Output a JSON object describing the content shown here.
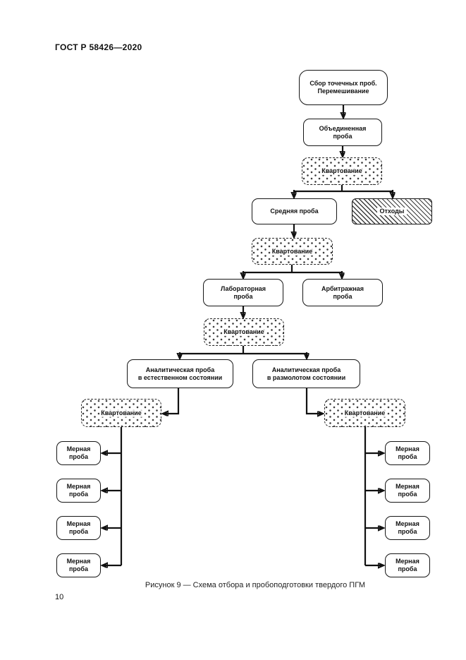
{
  "page": {
    "header": "ГОСТ Р 58426—2020",
    "page_number": "10",
    "caption": "Рисунок 9 — Схема отбора и пробоподготовки твердого ПГМ"
  },
  "colors": {
    "ink": "#111111",
    "paper": "#ffffff"
  },
  "diagram": {
    "nodes": {
      "collect": {
        "lines": [
          "Сбор точечных проб.",
          "Перемешивание"
        ]
      },
      "combined": {
        "lines": [
          "Объединенная",
          "проба"
        ]
      },
      "quartering": {
        "label": "Квартование"
      },
      "average": {
        "label": "Средняя проба"
      },
      "waste": {
        "label": "Отходы"
      },
      "laboratory": {
        "lines": [
          "Лабораторная",
          "проба"
        ]
      },
      "arbitration": {
        "lines": [
          "Арбитражная",
          "проба"
        ]
      },
      "analytical_natural": {
        "lines": [
          "Аналитическая проба",
          "в естественном состоянии"
        ]
      },
      "analytical_milled": {
        "lines": [
          "Аналитическая проба",
          "в размолотом состоянии"
        ]
      },
      "measured": {
        "lines": [
          "Мерная",
          "проба"
        ]
      }
    }
  }
}
